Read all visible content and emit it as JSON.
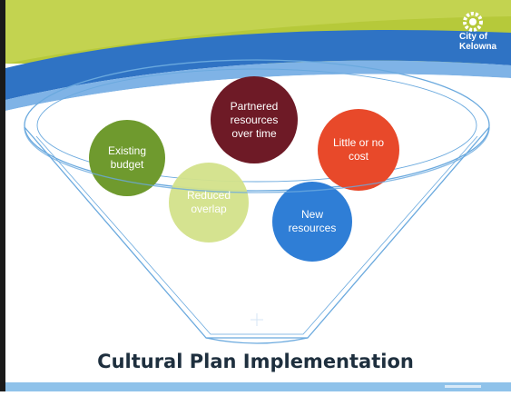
{
  "slide": {
    "title": "Cultural Plan Implementation",
    "logo": {
      "icon": "sun-flower-icon",
      "text": "City of Kelowna"
    },
    "colors": {
      "header_green": "#b6c93a",
      "header_blue": "#2f73c4",
      "funnel_line": "#6aa9de",
      "footer_blue": "#8fc2ea"
    }
  },
  "bubbles": [
    {
      "id": "partnered",
      "lines": [
        "Partnered",
        "resources",
        "over time"
      ],
      "color": "#6e1a26"
    },
    {
      "id": "existing-budget",
      "lines": [
        "Existing",
        "budget"
      ],
      "color": "#6f9a2e"
    },
    {
      "id": "little-or-no-cost",
      "lines": [
        "Little or no",
        "cost"
      ],
      "color": "#e8492a"
    },
    {
      "id": "reduced-overlap",
      "lines": [
        "Reduced",
        "overlap"
      ],
      "color": "#d3e18a"
    },
    {
      "id": "new-resources",
      "lines": [
        "New",
        "resources"
      ],
      "color": "#2f7ed6"
    }
  ]
}
